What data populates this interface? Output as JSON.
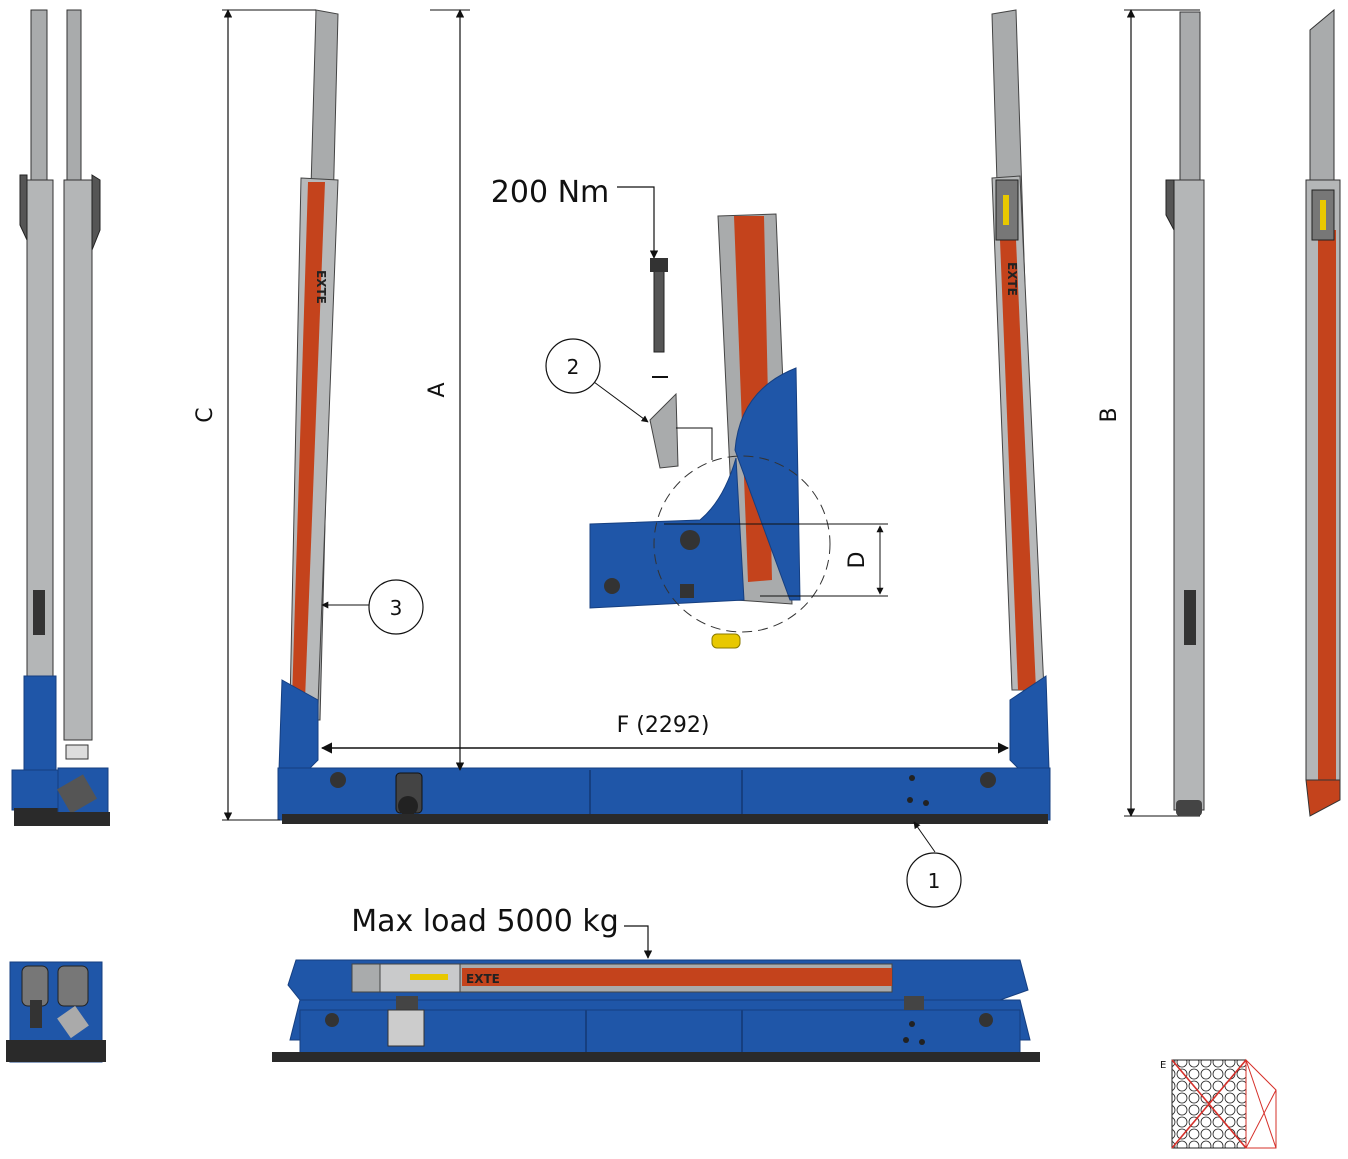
{
  "labels": {
    "torque": "200 Nm",
    "max_load": "Max load 5000 kg",
    "dim_a": "A",
    "dim_b": "B",
    "dim_c": "C",
    "dim_d": "D",
    "dim_f": "F (2292)",
    "corner_e": "E"
  },
  "callouts": [
    "1",
    "2",
    "3"
  ],
  "logo_text": "EXTE",
  "colors": {
    "blue": "#1f56a8",
    "blue_dark": "#163f80",
    "red": "#c4431c",
    "gray": "#a9abac",
    "gray_dark": "#6d6f70",
    "line": "#111111",
    "pack_red": "#d6302a"
  }
}
